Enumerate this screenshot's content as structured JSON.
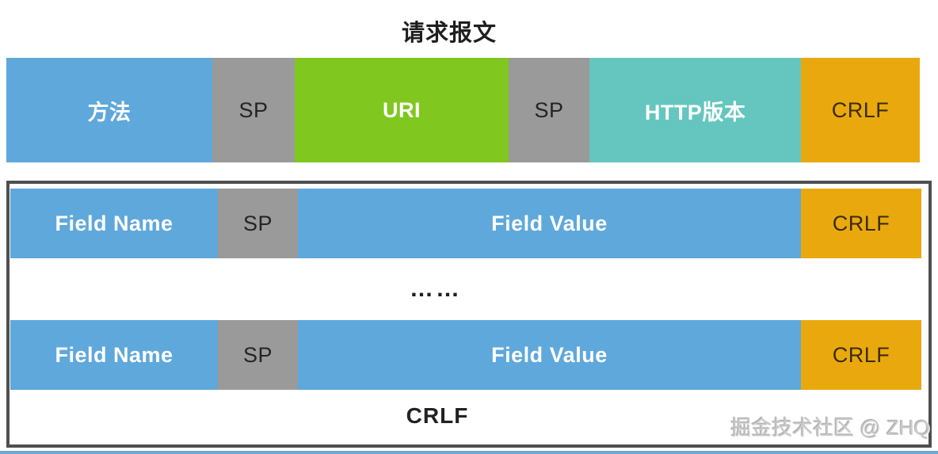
{
  "title": "请求报文",
  "colors": {
    "blue": "#5fa8db",
    "gray": "#9a9a9a",
    "green": "#80c71f",
    "teal": "#64c6bf",
    "orange": "#e9a90e",
    "border": "#4f4f4f",
    "dark-text": "#242424",
    "crlf-text": "#3a2c05",
    "watermark": "#cbcbcb",
    "bottom-bar": "#6ea7cf"
  },
  "request_line": {
    "cells": [
      {
        "label": "方法",
        "color": "#5fa8db"
      },
      {
        "label": "SP",
        "color": "#9a9a9a"
      },
      {
        "label": "URI",
        "color": "#80c71f"
      },
      {
        "label": "SP",
        "color": "#9a9a9a"
      },
      {
        "label": "HTTP版本",
        "color": "#64c6bf"
      },
      {
        "label": "CRLF",
        "color": "#e9a90e"
      }
    ]
  },
  "headers_box": {
    "rows": [
      {
        "cells": [
          {
            "label": "Field Name",
            "color": "#5fa8db"
          },
          {
            "label": "SP",
            "color": "#9a9a9a"
          },
          {
            "label": "Field Value",
            "color": "#5fa8db"
          },
          {
            "label": "CRLF",
            "color": "#e9a90e"
          }
        ]
      },
      {
        "cells": [
          {
            "label": "Field Name",
            "color": "#5fa8db"
          },
          {
            "label": "SP",
            "color": "#9a9a9a"
          },
          {
            "label": "Field Value",
            "color": "#5fa8db"
          },
          {
            "label": "CRLF",
            "color": "#e9a90e"
          }
        ]
      }
    ],
    "ellipsis": "……",
    "terminator": "CRLF"
  },
  "watermark": "掘金技术社区 @ ZHQ"
}
